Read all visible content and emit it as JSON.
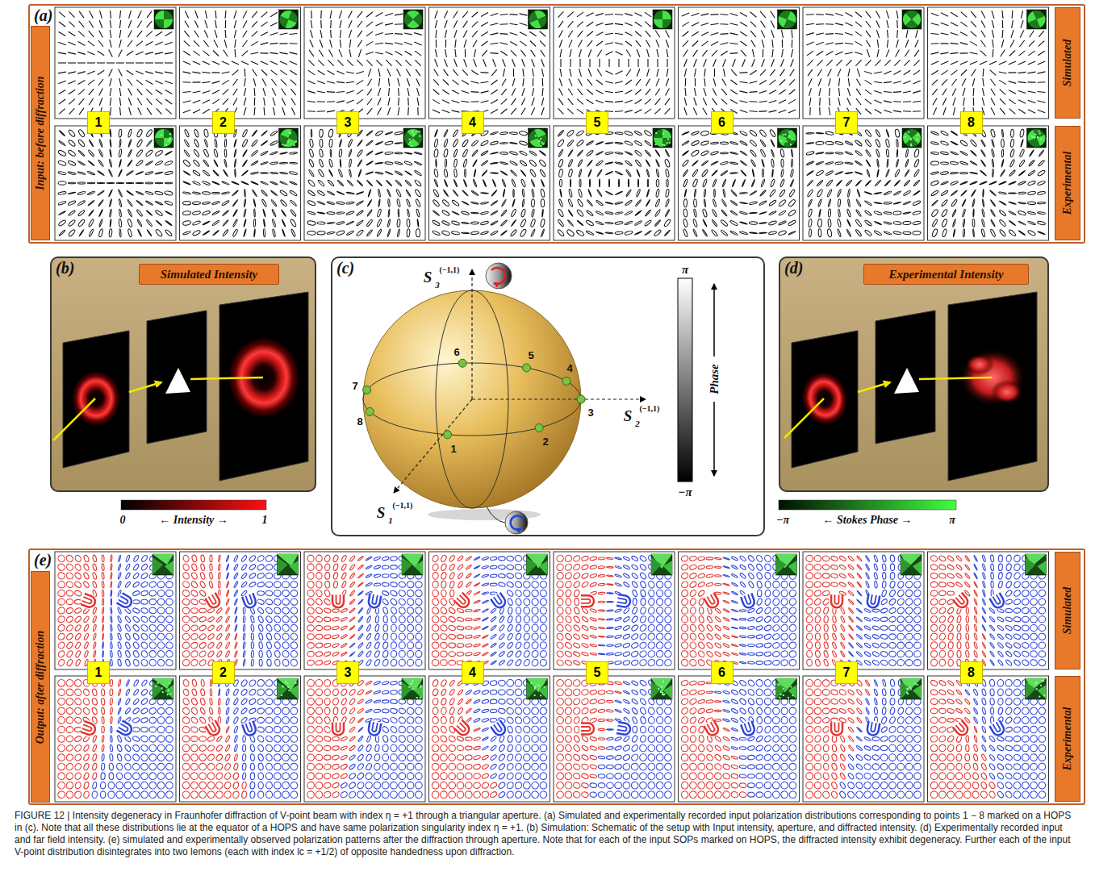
{
  "diagram": {
    "caption": "FIGURE 12 | Intensity degeneracy in Fraunhofer diffraction of V-point beam with index η = +1 through a triangular aperture. (a) Simulated and experimentally recorded input polarization distributions corresponding to points 1 − 8 marked on a HOPS in (c). Note that all these distributions lie at the equator of a HOPS and have same polarization singularity index η = +1. (b) Simulation: Schematic of the setup with Input intensity, aperture, and diffracted intensity. (d) Experimentally recorded input and far field intensity. (e) simulated and experimentally observed polarization patterns after the diffraction through aperture. Note that for each of the input SOPs marked on HOPS, the diffracted intensity exhibit degeneracy. Further each of the input V-point distribution disintegrates into two lemons (each with index lc = +1/2) of opposite handedness upon diffraction.",
    "nodes": [
      {
        "text": [
          "(a)"
        ]
      },
      {
        "text": [
          "Input: before diffraction"
        ],
        "in": 0
      },
      {
        "text": [
          "Simulated"
        ],
        "in": 0
      },
      {
        "text": [
          "Experimental"
        ],
        "in": 0
      },
      {
        "text": [
          "1"
        ],
        "in": 0
      },
      {
        "text": [
          "2"
        ],
        "in": 0
      },
      {
        "text": [
          "3"
        ],
        "in": 0
      },
      {
        "text": [
          "4"
        ],
        "in": 0
      },
      {
        "text": [
          "5"
        ],
        "in": 0
      },
      {
        "text": [
          "6"
        ],
        "in": 0
      },
      {
        "text": [
          "7"
        ],
        "in": 0
      },
      {
        "text": [
          "8"
        ],
        "in": 0
      },
      {
        "text": [
          "(b)"
        ]
      },
      {
        "text": [
          "Simulated Intensity"
        ],
        "in": 12
      },
      {
        "text": [
          "(c)"
        ]
      },
      {
        "text": [
          "(d)"
        ]
      },
      {
        "text": [
          "Experimental Intensity"
        ],
        "in": 15
      },
      {
        "text": [
          "(e)"
        ]
      },
      {
        "text": [
          "Output: after diffraction"
        ],
        "in": 17
      },
      {
        "text": [
          "Simulated"
        ],
        "in": 17
      },
      {
        "text": [
          "Experimental"
        ],
        "in": 17
      },
      {
        "text": [
          "1"
        ],
        "in": 17
      },
      {
        "text": [
          "2"
        ],
        "in": 17
      },
      {
        "text": [
          "3"
        ],
        "in": 17
      },
      {
        "text": [
          "4"
        ],
        "in": 17
      },
      {
        "text": [
          "5"
        ],
        "in": 17
      },
      {
        "text": [
          "6"
        ],
        "in": 17
      },
      {
        "text": [
          "7"
        ],
        "in": 17
      },
      {
        "text": [
          "8"
        ],
        "in": 17
      }
    ],
    "labels": [
      "S",
      "3",
      "(−1,1)",
      "S",
      "2",
      "(−1,1)",
      "S",
      "1",
      "(−1,1)",
      "1",
      "2",
      "3",
      "4",
      "5",
      "6",
      "7",
      "8",
      "π",
      "Phase",
      "−π",
      "0",
      "← Intensity →",
      "1",
      "−π",
      "← Stokes Phase →",
      "π"
    ]
  }
}
